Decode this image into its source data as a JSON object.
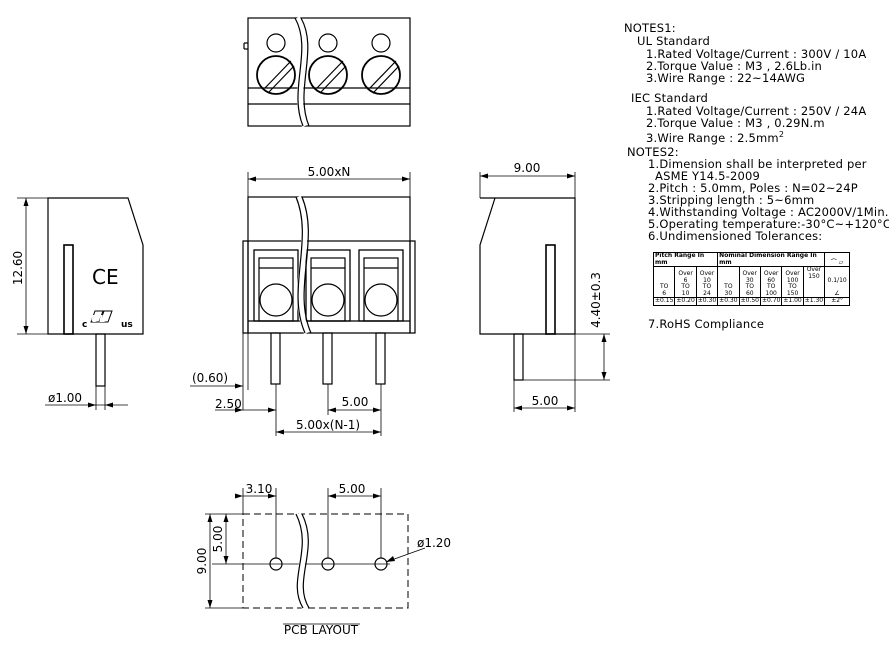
{
  "notes1": {
    "title": "NOTES1:",
    "ul": {
      "heading": "UL Standard",
      "items": [
        "1.Rated Voltage/Current : 300V / 10A",
        "2.Torque Value : M3 , 2.6Lb.in",
        "3.Wire Range : 22~14AWG"
      ]
    },
    "iec": {
      "heading": "IEC Standard",
      "items": [
        "1.Rated Voltage/Current : 250V / 24A",
        "2.Torque Value : M3 , 0.29N.m"
      ],
      "wire_range": "3.Wire Range : 2.5mm",
      "wire_range_sup": "2"
    }
  },
  "notes2": {
    "title": "NOTES2:",
    "items": [
      "1.Dimension shall be interpreted per",
      "ASME Y14.5-2009",
      "2.Pitch : 5.0mm, Poles : N=02~24P",
      "3.Stripping length : 5~6mm",
      "4.Withstanding Voltage : AC2000V/1Min.",
      "5.Operating temperature:-30°C~+120°C",
      "6.Undimensioned Tolerances:"
    ],
    "rohs": "7.RoHS Compliance"
  },
  "tolerance_table": {
    "pitch_header": "Pitch Range In mm",
    "nominal_header": "Nominal Dimension Range In mm",
    "flatness_symbol": "⌒",
    "cyl_symbol": "▱",
    "pitch_cols": [
      [
        "TO",
        "6"
      ],
      [
        "Over",
        "6",
        "TO",
        "10"
      ],
      [
        "Over",
        "10",
        "TO",
        "24"
      ]
    ],
    "nominal_cols": [
      [
        "TO",
        "30"
      ],
      [
        "Over",
        "30",
        "TO",
        "60"
      ],
      [
        "Over",
        "60",
        "TO",
        "100"
      ],
      [
        "Over",
        "100",
        "TO",
        "150"
      ],
      [
        "Over",
        "150"
      ]
    ],
    "geo_top": "0.1/10",
    "angle_symbol": "∠",
    "tolerances": [
      "±0.15",
      "±0.20",
      "±0.30",
      "±0.30",
      "±0.50",
      "±0.70",
      "±1.00",
      "±1.30"
    ],
    "angle_tol": "±2°"
  },
  "dimensions": {
    "height": "12.60",
    "pin_dia": "ø1.00",
    "pitch_total": "5.00xN",
    "offset": "(0.60)",
    "edge": "2.50",
    "pitch": "5.00",
    "pitch_n1": "5.00x(N-1)",
    "depth": "9.00",
    "pin_len": "4.40±0.3",
    "pin_pos": "5.00",
    "pcb_edge": "3.10",
    "pcb_pitch": "5.00",
    "pcb_height": "9.00",
    "pcb_row": "5.00",
    "pcb_hole": "ø1.20"
  },
  "marks": {
    "ce": "CE",
    "ul_c": "c",
    "ul_us": "us",
    "ul_logo": "UL"
  },
  "pcb_label": "PCB LAYOUT"
}
